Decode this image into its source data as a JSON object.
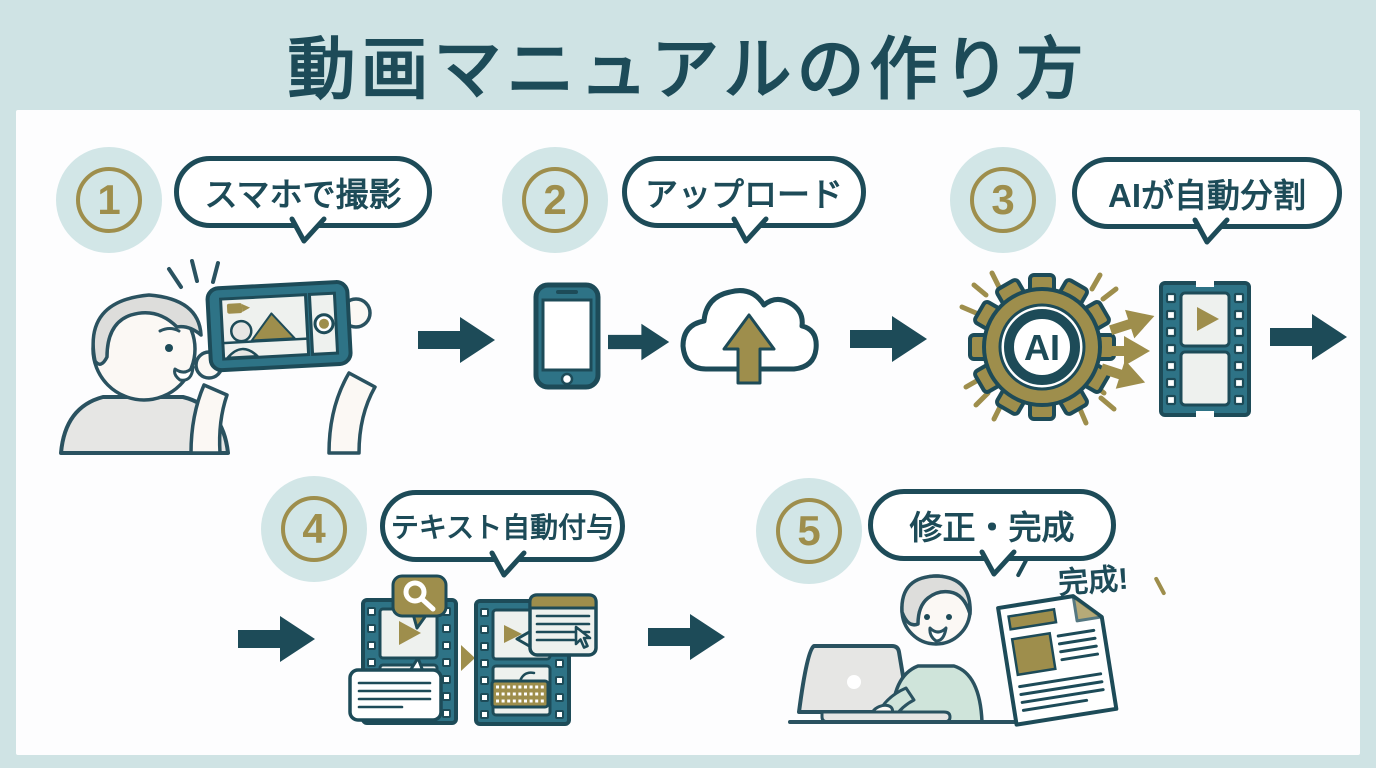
{
  "title": "動画マニュアルの作り方",
  "steps": [
    {
      "number": "1",
      "label": "スマホで撮影"
    },
    {
      "number": "2",
      "label": "アップロード"
    },
    {
      "number": "3",
      "label": "AIが自動分割"
    },
    {
      "number": "4",
      "label": "テキスト自動付与"
    },
    {
      "number": "5",
      "label": "修正・完成"
    }
  ],
  "ai_label": "AI",
  "done_label": "完成!",
  "colors": {
    "background": "#cfe3e4",
    "panel": "#fdfdfe",
    "dark": "#1d4b58",
    "teal": "#2e7386",
    "gold": "#9e8e4c",
    "badge": "#d2e6e7",
    "gray": "#e6e6e4",
    "frame": "#eef1ee",
    "shirt": "#cfe4da"
  }
}
